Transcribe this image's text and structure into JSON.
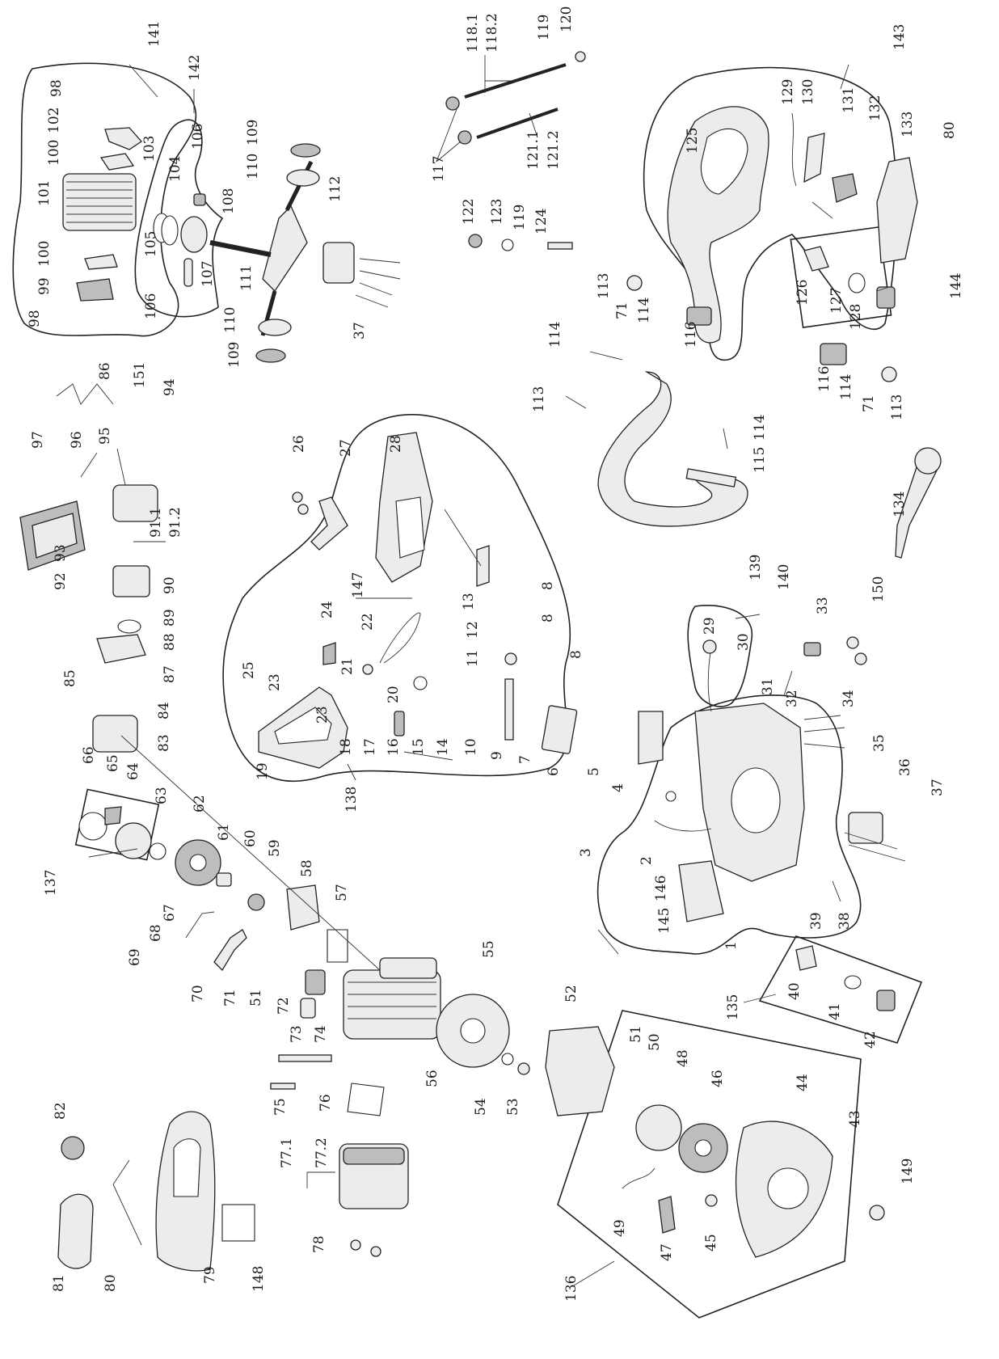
{
  "title": "",
  "labels": {
    "l1": "1",
    "l2": "2",
    "l3": "3",
    "l4": "4",
    "l5": "5",
    "l6": "6",
    "l7": "7",
    "l8a": "8",
    "l8b": "8",
    "l8c": "8",
    "l9": "9",
    "l10": "10",
    "l11": "11",
    "l12": "12",
    "l13": "13",
    "l14a": "14",
    "l15": "15",
    "l16": "16",
    "l17": "17",
    "l18": "18",
    "l19": "19",
    "l20": "20",
    "l21": "21",
    "l22": "22",
    "l23a": "23",
    "l23b": "23",
    "l24": "24",
    "l25": "25",
    "l26": "26",
    "l27": "27",
    "l28": "28",
    "l29": "29",
    "l30": "30",
    "l31": "31",
    "l32": "32",
    "l33": "33",
    "l34": "34",
    "l35": "35",
    "l36": "36",
    "l37a": "37",
    "l37b": "37",
    "l38": "38",
    "l39": "39",
    "l40": "40",
    "l41": "41",
    "l42": "42",
    "l43": "43",
    "l44": "44",
    "l45": "45",
    "l46": "46",
    "l47": "47",
    "l48": "48",
    "l49": "49",
    "l50": "50",
    "l51a": "51",
    "l51b": "51",
    "l52": "52",
    "l53": "53",
    "l54": "54",
    "l55": "55",
    "l56": "56",
    "l57": "57",
    "l58": "58",
    "l59": "59",
    "l60": "60",
    "l61": "61",
    "l62": "62",
    "l63": "63",
    "l64": "64",
    "l65": "65",
    "l66": "66",
    "l67": "67",
    "l68": "68",
    "l69": "69",
    "l70": "70",
    "l71a": "71",
    "l71b": "71",
    "l71c": "71",
    "l72": "72",
    "l73": "73",
    "l74": "74",
    "l75": "75",
    "l76": "76",
    "l77_1": "77.1",
    "l77_2": "77.2",
    "l78": "78",
    "l79": "79",
    "l80a": "80",
    "l80b": "80",
    "l81": "81",
    "l82": "82",
    "l83": "83",
    "l84": "84",
    "l85": "85",
    "l86": "86",
    "l87": "87",
    "l88": "88",
    "l89": "89",
    "l90": "90",
    "l91_1": "91.1",
    "l91_2": "91.2",
    "l92": "92",
    "l93": "93",
    "l94": "94",
    "l95": "95",
    "l96": "96",
    "l97": "97",
    "l98a": "98",
    "l98b": "98",
    "l99": "99",
    "l100a": "100",
    "l100b": "100",
    "l101": "101",
    "l102": "102",
    "l103": "103",
    "l104": "104",
    "l105": "105",
    "l106a": "106",
    "l106b": "106",
    "l107": "107",
    "l108": "108",
    "l109a": "109",
    "l109b": "109",
    "l110a": "110",
    "l110b": "110",
    "l111": "111",
    "l112": "112",
    "l113a": "113",
    "l113b": "113",
    "l113c": "113",
    "l114a": "114",
    "l114b": "114",
    "l114c": "114",
    "l114d": "114",
    "l115": "115",
    "l116a": "116",
    "l116b": "116",
    "l117": "117",
    "l118_1": "118.1",
    "l118_2": "118.2",
    "l119a": "119",
    "l119b": "119",
    "l120": "120",
    "l121_1": "121.1",
    "l121_2": "121.2",
    "l122": "122",
    "l123": "123",
    "l124": "124",
    "l125": "125",
    "l126": "126",
    "l127": "127",
    "l128": "128",
    "l129": "129",
    "l130": "130",
    "l131": "131",
    "l132": "132",
    "l133": "133",
    "l134": "134",
    "l135": "135",
    "l136": "136",
    "l137": "137",
    "l138": "138",
    "l139": "139",
    "l140": "140",
    "l141": "141",
    "l142": "142",
    "l143": "143",
    "l144": "144",
    "l145": "145",
    "l146": "146",
    "l147": "147",
    "l148": "148",
    "l149": "149",
    "l150": "150",
    "l151": "151"
  }
}
